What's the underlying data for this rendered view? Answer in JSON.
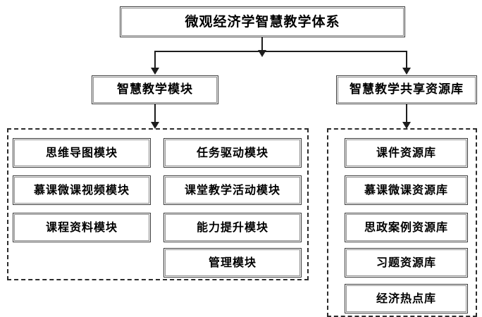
{
  "diagram": {
    "title_node": {
      "label": "微观经济学智慧教学体系"
    },
    "level2": [
      {
        "id": "teaching-modules",
        "label": "智慧教学模块"
      },
      {
        "id": "shared-resources",
        "label": "智慧教学共享资源库"
      }
    ],
    "groups": {
      "modules": {
        "column_left": [
          {
            "label": "思维导图模块"
          },
          {
            "label": "慕课微课视频模块"
          },
          {
            "label": "课程资料模块"
          }
        ],
        "column_right": [
          {
            "label": "任务驱动模块"
          },
          {
            "label": "课堂教学活动模块"
          },
          {
            "label": "能力提升模块"
          },
          {
            "label": "管理模块"
          }
        ]
      },
      "resources": {
        "items": [
          {
            "label": "课件资源库"
          },
          {
            "label": "慕课微课资源库"
          },
          {
            "label": "思政案例资源库"
          },
          {
            "label": "习题资源库"
          },
          {
            "label": "经济热点库"
          }
        ]
      }
    },
    "colors": {
      "box_border": "#3a3a3a",
      "inner_border": "#8d8d8d",
      "dashed_border": "#2b2b2b",
      "connector": "#1d1d1d",
      "background": "#ffffff",
      "text": "#000000"
    },
    "connectors": [
      {
        "from": "title-node",
        "to": "bus"
      },
      {
        "from": "bus",
        "to": "teaching-modules"
      },
      {
        "from": "bus",
        "to": "shared-resources"
      },
      {
        "from": "teaching-modules",
        "to": "group-modules"
      },
      {
        "from": "shared-resources",
        "to": "group-resources"
      }
    ]
  }
}
